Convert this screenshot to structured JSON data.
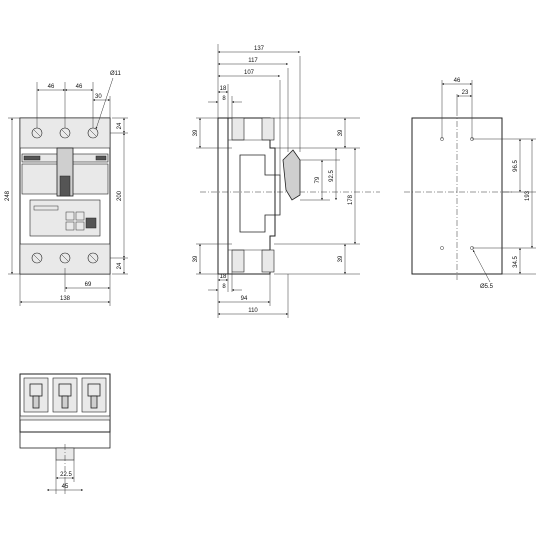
{
  "front_view": {
    "dims": {
      "w46_left": "46",
      "w46_right": "46",
      "w30": "30",
      "hole_dia": "Ø11",
      "h24_top": "24",
      "h248": "248",
      "h200": "200",
      "h24_bottom": "24",
      "w69": "69",
      "w138": "138"
    }
  },
  "side_view": {
    "dims": {
      "w137": "137",
      "w117": "117",
      "w107": "107",
      "w18_top": "18",
      "w8_top": "8",
      "h39_left_top": "39",
      "h39_right_top": "39",
      "h92_5": "92.5",
      "h79": "79",
      "h178": "178",
      "h39_left_bottom": "39",
      "h39_right_bottom": "39",
      "w18_bottom": "18",
      "w8_bottom": "8",
      "w94": "94",
      "w110": "110"
    }
  },
  "mounting_view": {
    "dims": {
      "w46": "46",
      "w23": "23",
      "h96_5": "96.5",
      "h193": "193",
      "h34_5": "34.5",
      "hole_dia": "Ø5.5"
    }
  },
  "bottom_view": {
    "dims": {
      "w22_5": "22.5",
      "w45": "45"
    }
  }
}
